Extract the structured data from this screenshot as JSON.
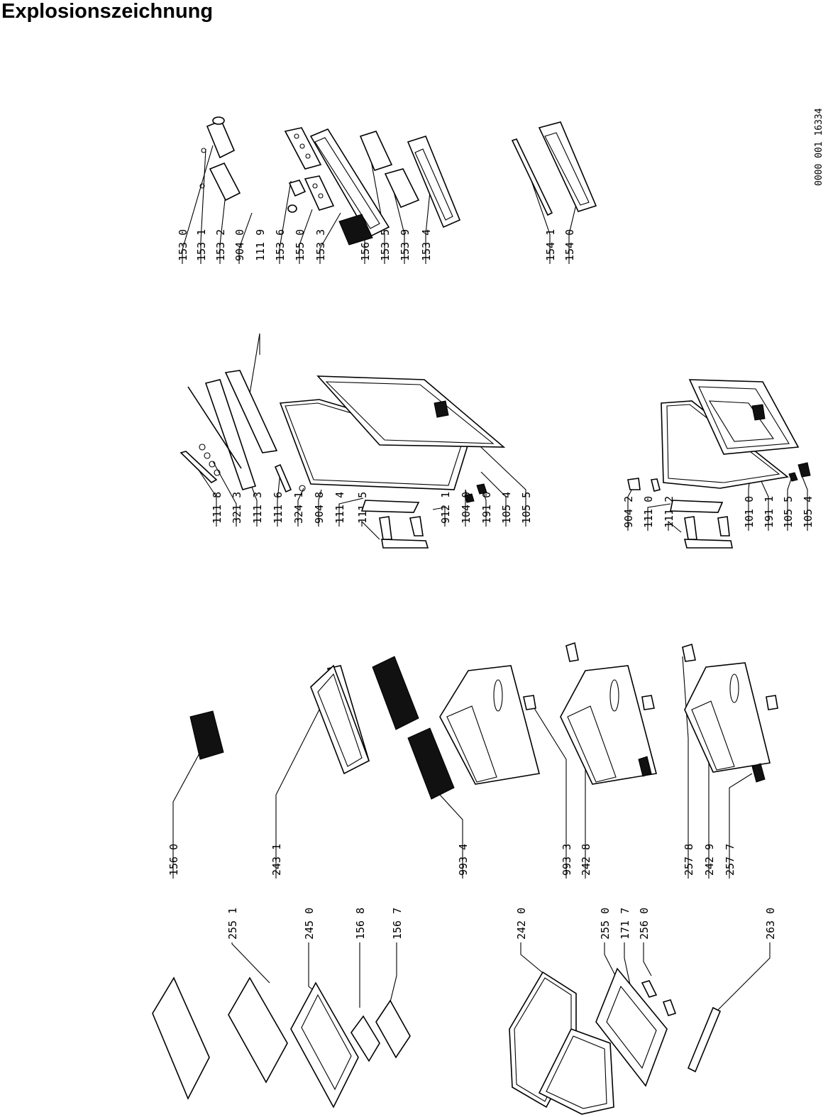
{
  "title": "Explosionszeichnung",
  "reference_code": "0000 001  16334",
  "groups": {
    "door_shelves": [
      "153 0",
      "153 1",
      "153 2",
      "904 0",
      "111 9",
      "153 6",
      "155 0",
      "153 3",
      "156 1",
      "153 5",
      "153 9",
      "153 4"
    ],
    "bottle_shelf": [
      "154 1",
      "154 0"
    ],
    "fridge_door": [
      "111 8",
      "321 3",
      "111 3",
      "111 6",
      "324 1",
      "904 8",
      "111 4",
      "111 5",
      "912 1",
      "104 0",
      "191 0",
      "105 4",
      "105 5"
    ],
    "freezer_door": [
      "904 2",
      "111 0",
      "111 2",
      "101 0",
      "191 1",
      "105 5",
      "105 4"
    ],
    "shelves": [
      "156 0",
      "255 1",
      "243 1",
      "245 0",
      "156 8",
      "156 7",
      "993 4"
    ],
    "drawers": [
      "242 0",
      "993 3",
      "242 8",
      "255 0",
      "171 7",
      "256 0",
      "257 8",
      "242 9",
      "257 7",
      "263 0"
    ]
  }
}
